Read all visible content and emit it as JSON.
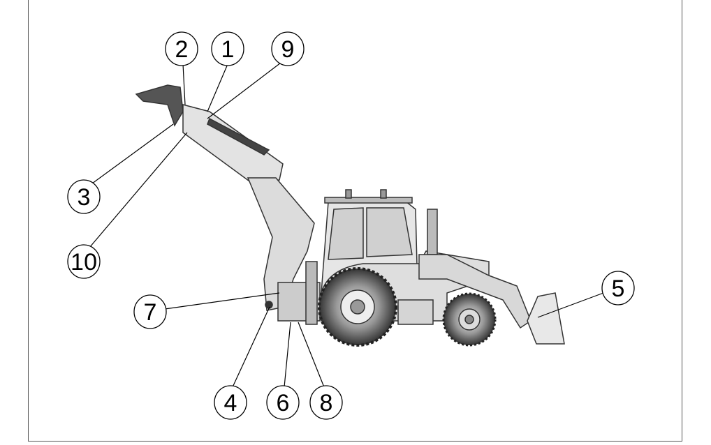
{
  "diagram": {
    "subject": "backhoe-loader",
    "callouts": [
      {
        "label": "1"
      },
      {
        "label": "2"
      },
      {
        "label": "3"
      },
      {
        "label": "4"
      },
      {
        "label": "5"
      },
      {
        "label": "6"
      },
      {
        "label": "7"
      },
      {
        "label": "8"
      },
      {
        "label": "9"
      },
      {
        "label": "10"
      }
    ]
  }
}
